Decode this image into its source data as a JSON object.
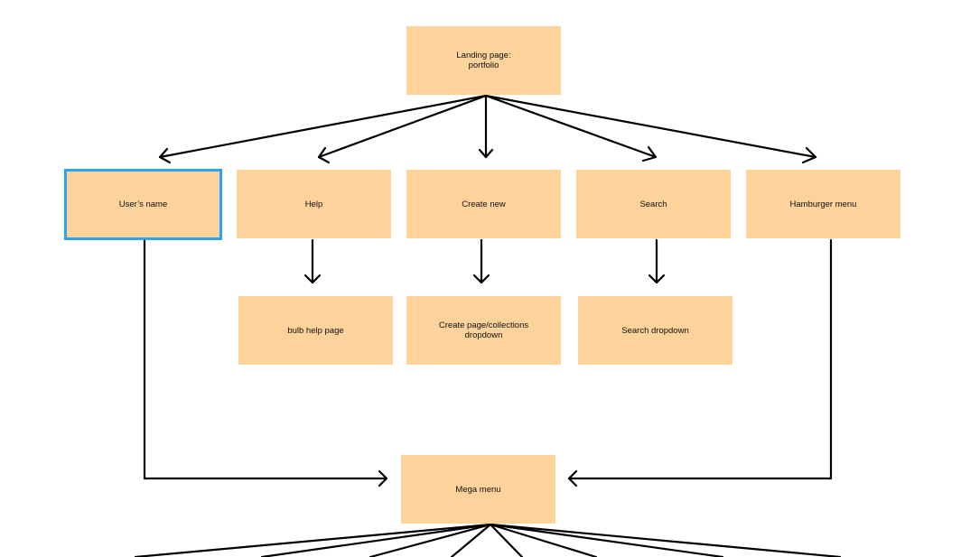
{
  "diagram": {
    "nodes": {
      "landing": {
        "label": "Landing page:\nportfolio"
      },
      "users_name": {
        "label": "User’s name",
        "selected": true
      },
      "help": {
        "label": "Help"
      },
      "create_new": {
        "label": "Create new"
      },
      "search": {
        "label": "Search"
      },
      "hamburger": {
        "label": "Hamburger menu"
      },
      "bulb_help": {
        "label": "bulb help page"
      },
      "create_dropdown": {
        "label": "Create page/collections\ndropdown"
      },
      "search_dropdown": {
        "label": "Search dropdown"
      },
      "mega_menu": {
        "label": "Mega menu"
      }
    },
    "edges": [
      {
        "from": "landing",
        "to": "users_name"
      },
      {
        "from": "landing",
        "to": "help"
      },
      {
        "from": "landing",
        "to": "create_new"
      },
      {
        "from": "landing",
        "to": "search"
      },
      {
        "from": "landing",
        "to": "hamburger"
      },
      {
        "from": "help",
        "to": "bulb_help"
      },
      {
        "from": "create_new",
        "to": "create_dropdown"
      },
      {
        "from": "search",
        "to": "search_dropdown"
      },
      {
        "from": "users_name",
        "to": "mega_menu"
      },
      {
        "from": "hamburger",
        "to": "mega_menu"
      }
    ],
    "colors": {
      "node_fill": "#FDD29B",
      "selection_border": "#2AA3F0",
      "edge": "#000000",
      "text": "#111111"
    }
  }
}
